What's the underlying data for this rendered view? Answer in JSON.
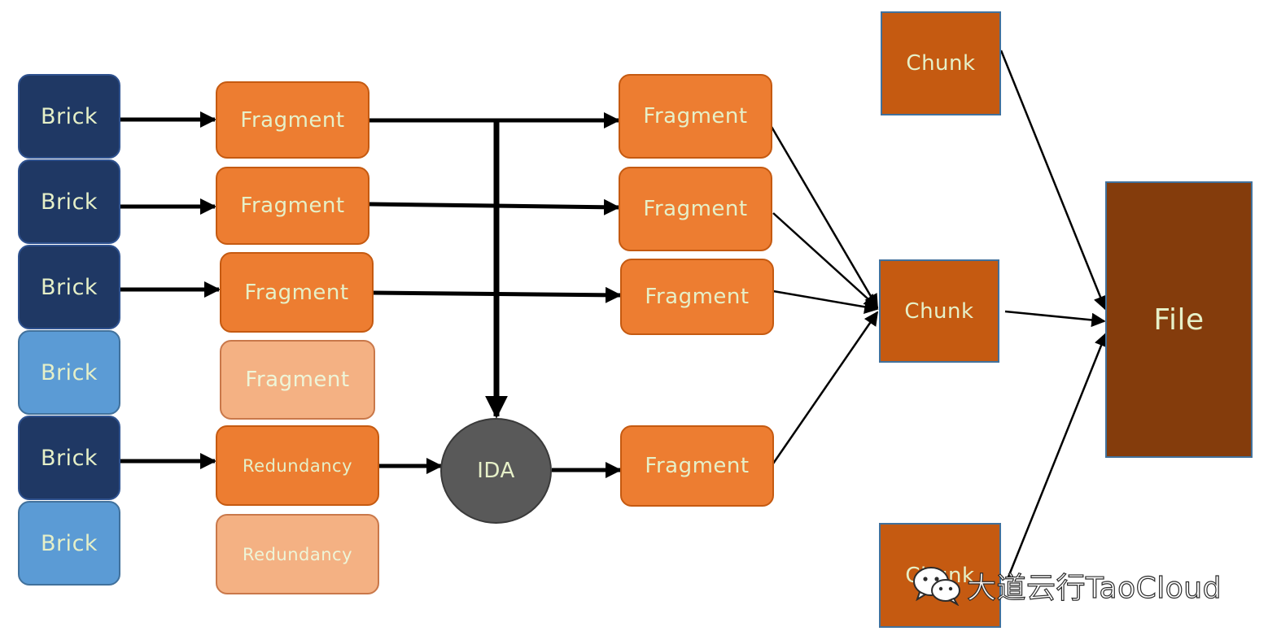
{
  "bricks": [
    "Brick",
    "Brick",
    "Brick",
    "Brick",
    "Brick",
    "Brick"
  ],
  "fragments_in": [
    "Fragment",
    "Fragment",
    "Fragment",
    "Fragment",
    "Redundancy",
    "Redundancy"
  ],
  "ida": "IDA",
  "fragments_out": [
    "Fragment",
    "Fragment",
    "Fragment",
    "Fragment"
  ],
  "chunks": [
    "Chunk",
    "Chunk",
    "Chunk"
  ],
  "file": "File",
  "watermark": "大道云行TaoCloud",
  "colors": {
    "brick_dark": "#1f3864",
    "brick_light": "#5b9bd5",
    "fragment": "#ed7d31",
    "fragment_faded": "#f4b183",
    "chunk": "#c55a11",
    "file": "#843c0c",
    "ida": "#595959",
    "label": "#e6f0c8"
  },
  "icons": [
    "wechat-icon"
  ]
}
